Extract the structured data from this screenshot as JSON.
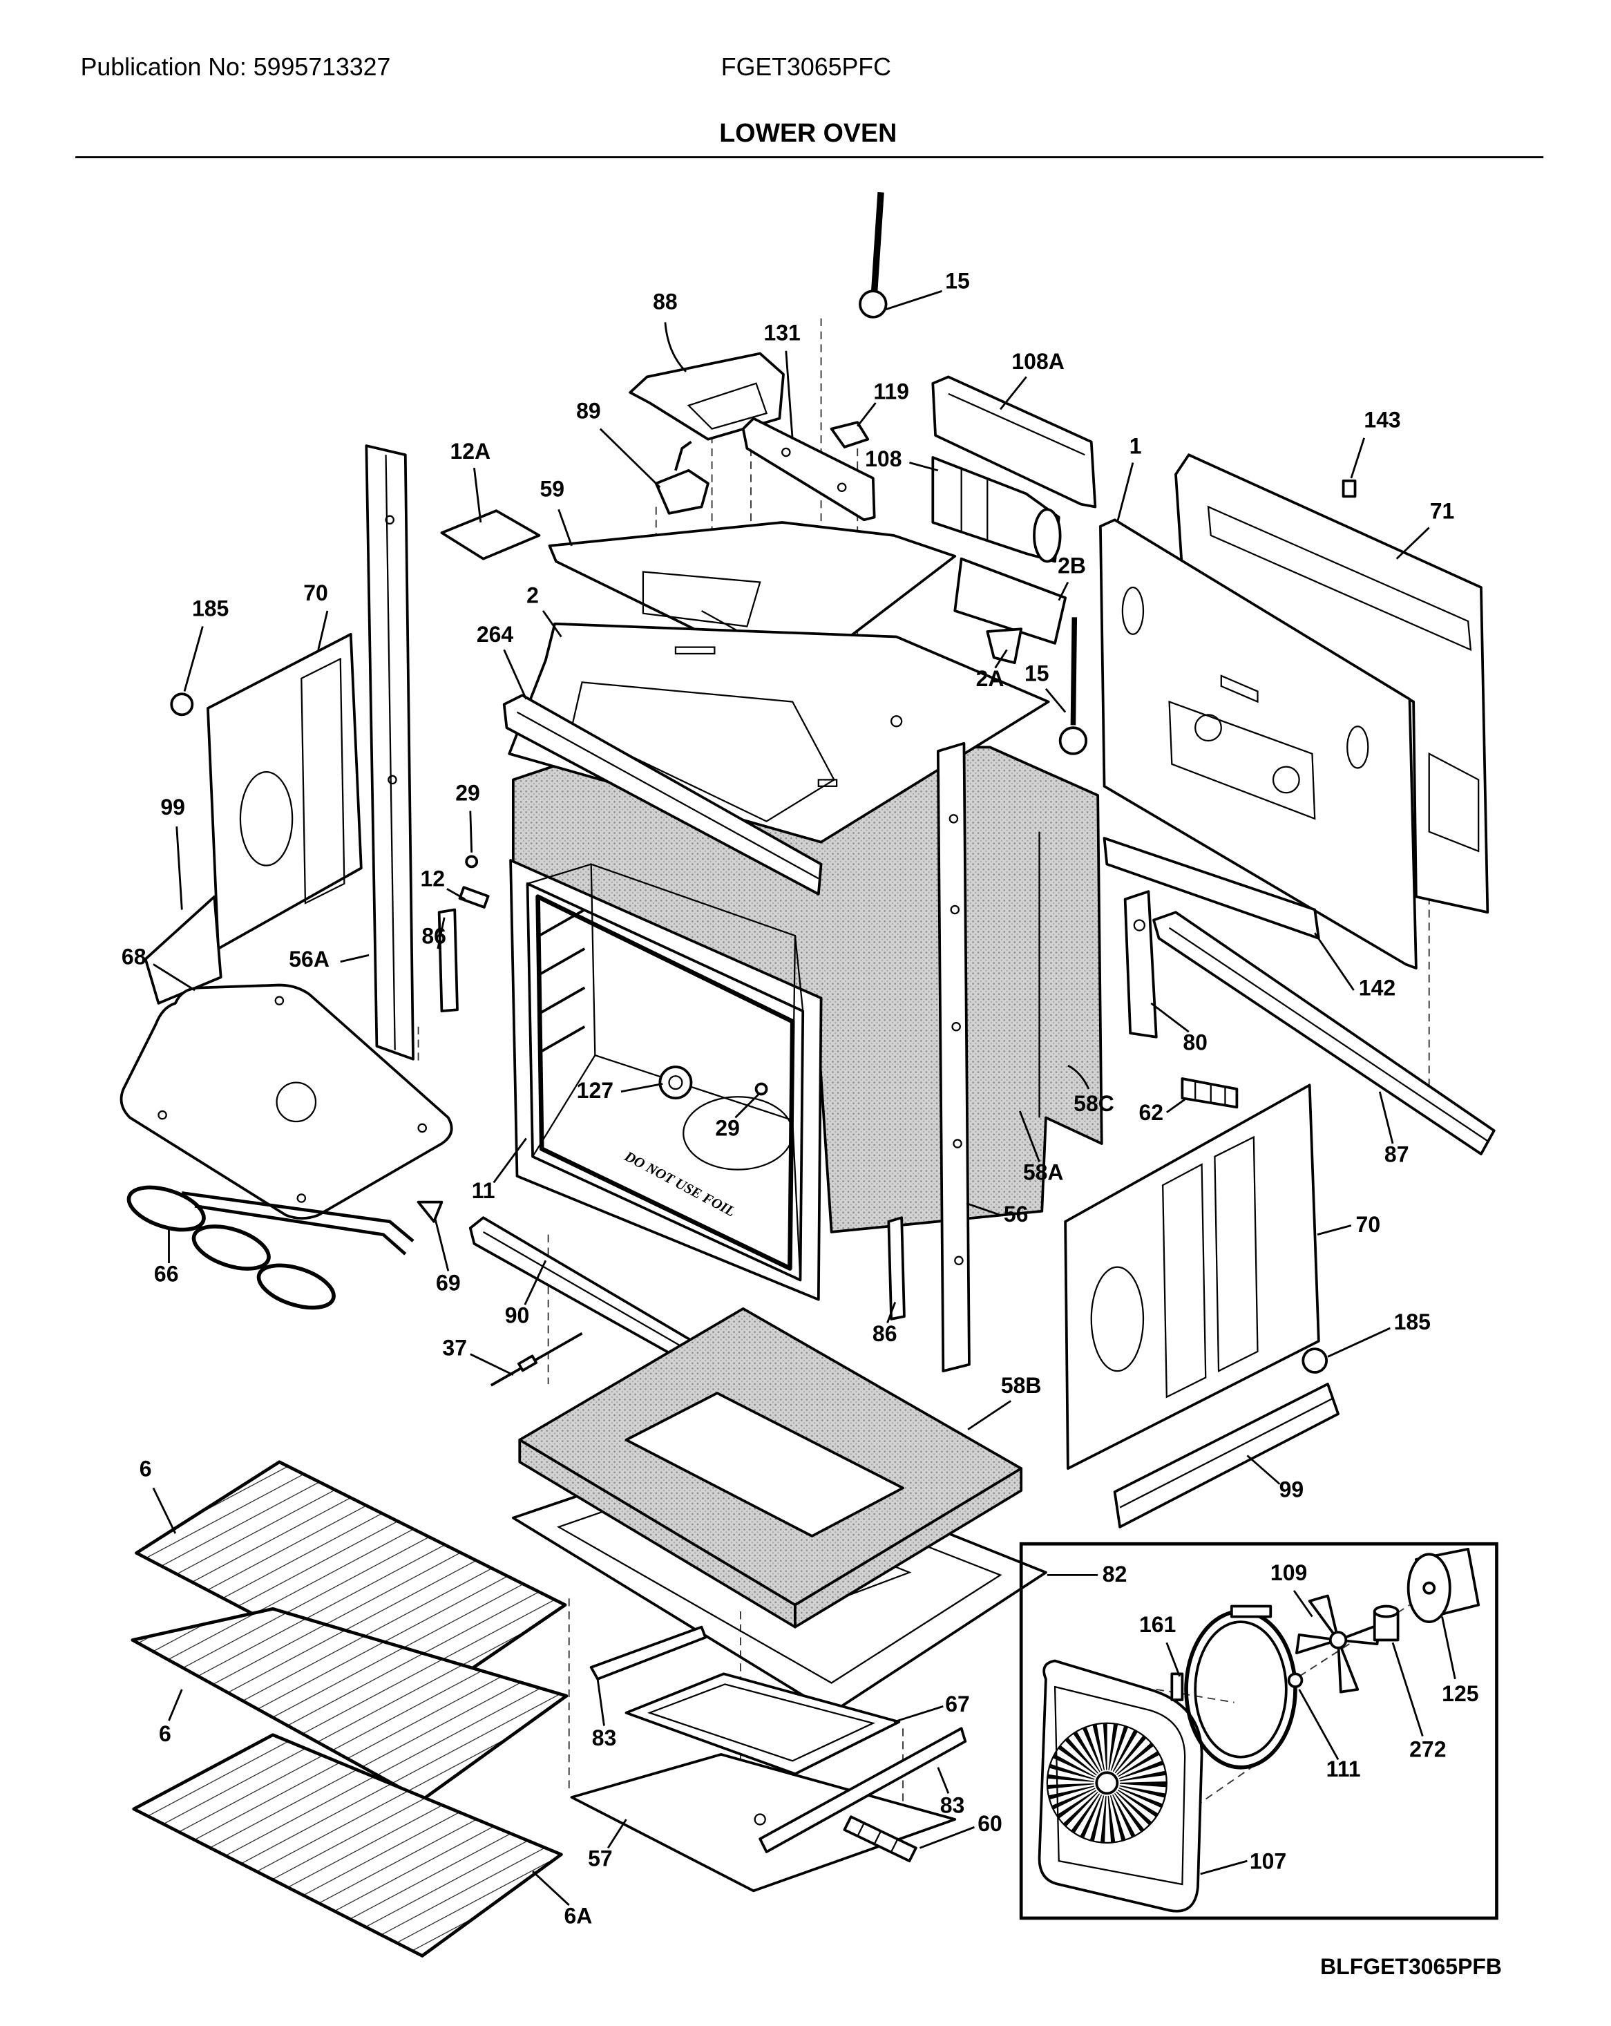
{
  "header": {
    "publication": "Publication No: 5995713327",
    "model": "FGET3065PFC",
    "title": "LOWER OVEN"
  },
  "footer": {
    "drawing_id": "BLFGET3065PFB"
  },
  "diagram": {
    "floor_warning": "DO NOT USE FOIL",
    "callouts": [
      "15",
      "88",
      "131",
      "108A",
      "119",
      "143",
      "89",
      "108",
      "1",
      "12A",
      "59",
      "71",
      "2B",
      "185",
      "70",
      "2",
      "264",
      "2A",
      "15",
      "29",
      "99",
      "12",
      "86",
      "56A",
      "142",
      "68",
      "80",
      "127",
      "58C",
      "62",
      "29",
      "87",
      "58A",
      "11",
      "56",
      "70",
      "66",
      "69",
      "90",
      "86",
      "185",
      "37",
      "58B",
      "99",
      "6",
      "82",
      "109",
      "161",
      "125",
      "6",
      "67",
      "83",
      "111",
      "272",
      "83",
      "60",
      "57",
      "107",
      "6A"
    ]
  },
  "colors": {
    "ink": "#000000",
    "insulation": "#d2d2d2",
    "background": "#ffffff"
  }
}
